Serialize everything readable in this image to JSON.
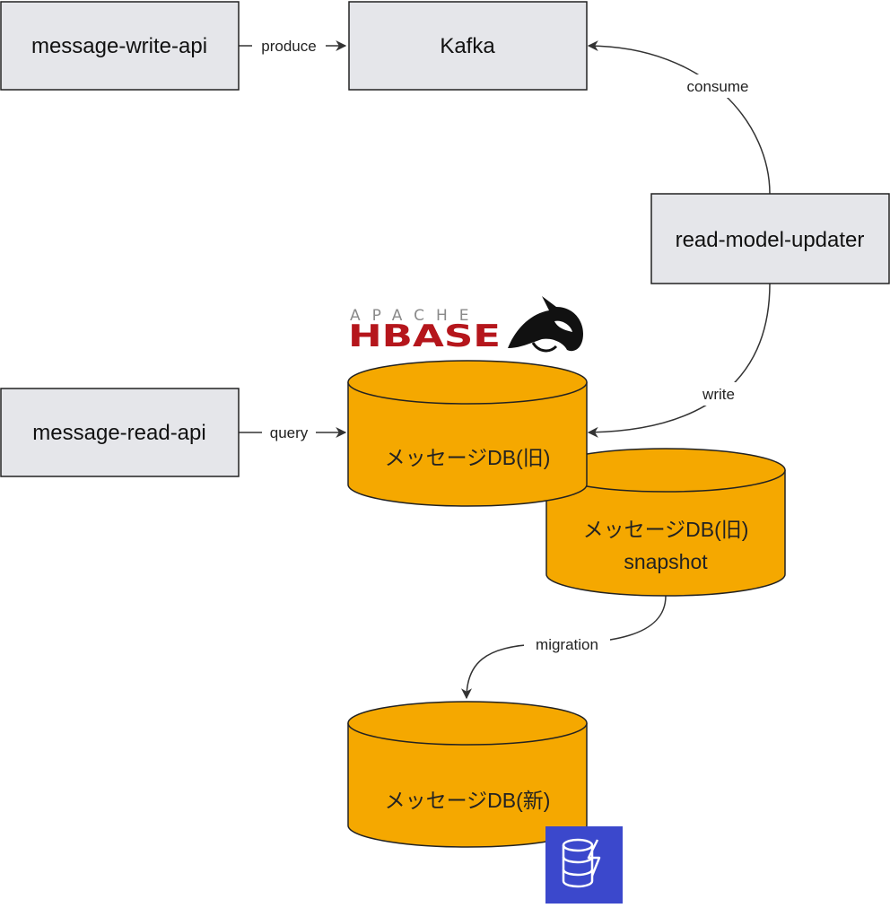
{
  "nodes": {
    "write_api": "message-write-api",
    "kafka": "Kafka",
    "updater": "read-model-updater",
    "read_api": "message-read-api",
    "db_old": "メッセージDB(旧)",
    "db_snapshot_line1": "メッセージDB(旧)",
    "db_snapshot_line2": "snapshot",
    "db_new": "メッセージDB(新)"
  },
  "edges": {
    "produce": "produce",
    "consume": "consume",
    "write": "write",
    "query": "query",
    "migration": "migration"
  },
  "logos": {
    "hbase_top": "APACHE",
    "hbase_main": "HBASE",
    "dynamodb_icon": "dynamodb-icon"
  },
  "colors": {
    "box_fill": "#e5e6ea",
    "cylinder_fill": "#f5a800",
    "edge": "#333333",
    "hbase_red": "#b5161c",
    "dynamodb_blue": "#3b48cc"
  }
}
